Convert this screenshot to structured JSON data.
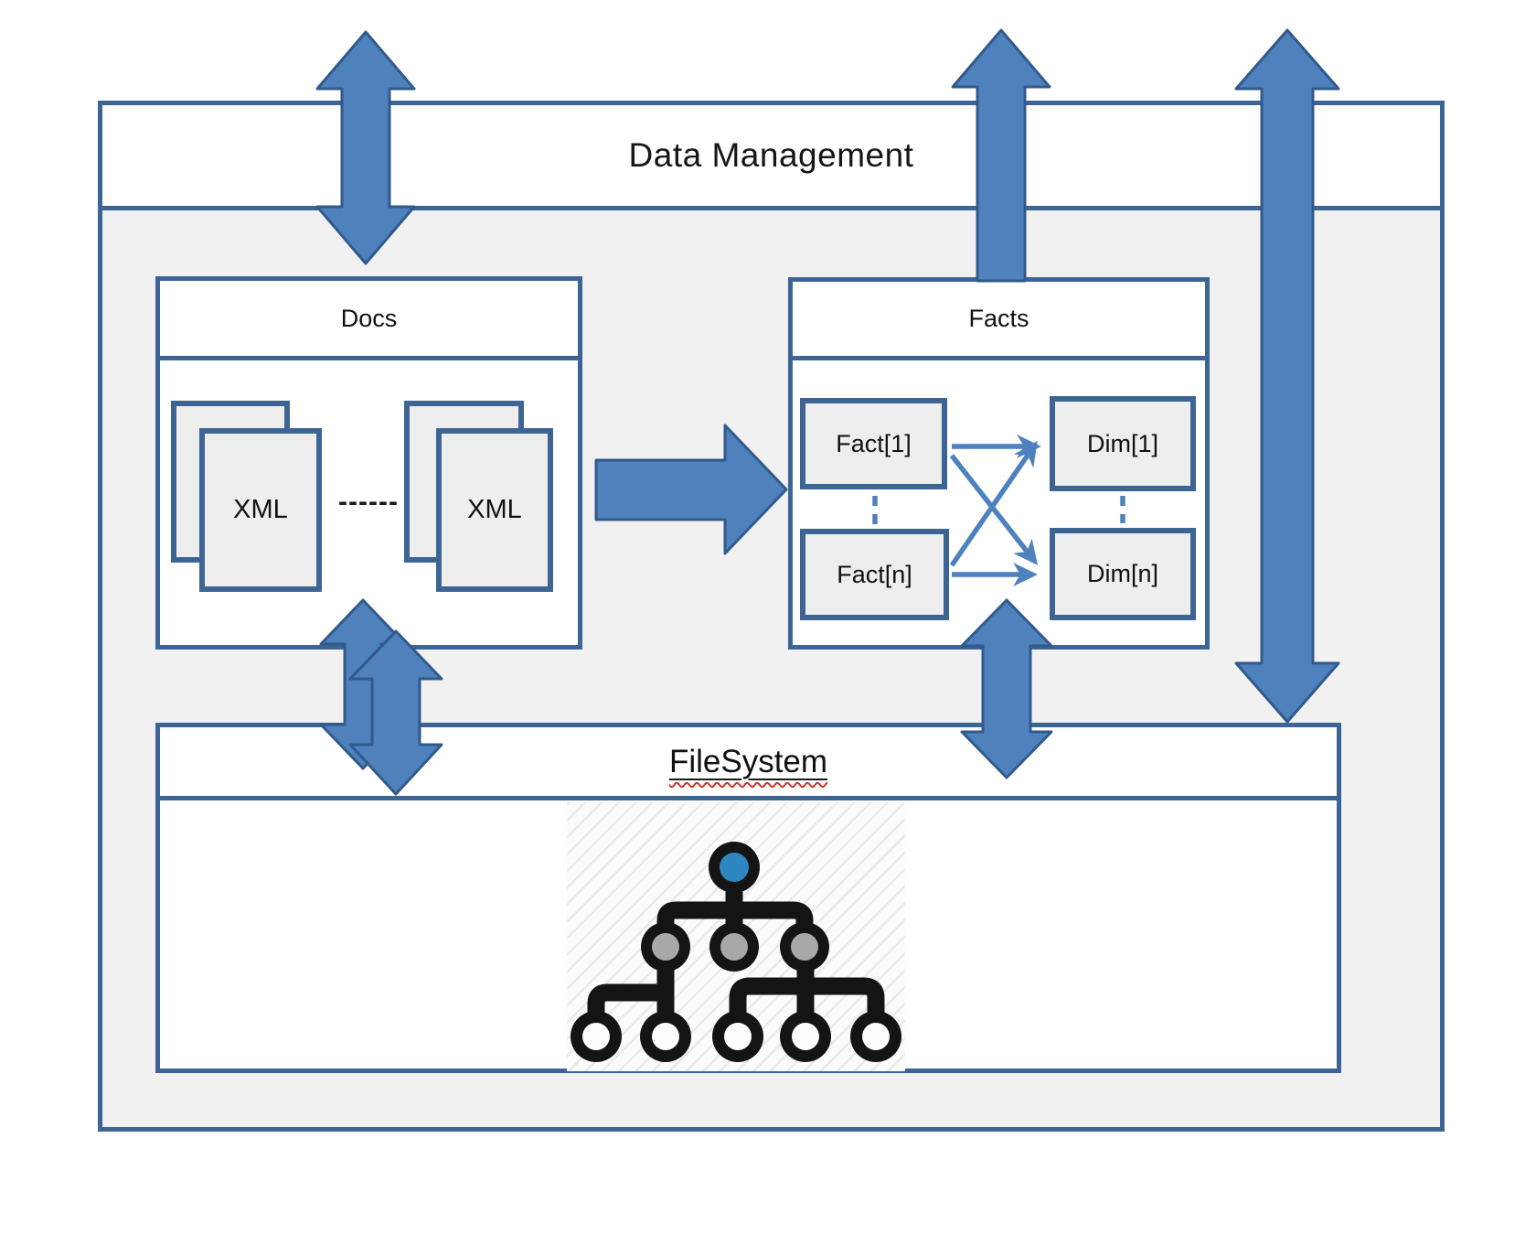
{
  "title": "Data Management",
  "docs": {
    "header": "Docs",
    "separator": "------",
    "cards": [
      {
        "label": "XML"
      },
      {
        "label": "XML"
      }
    ]
  },
  "facts": {
    "header": "Facts",
    "fact_top": "Fact[1]",
    "fact_bottom": "Fact[n]",
    "dim_top": "Dim[1]",
    "dim_bottom": "Dim[n]"
  },
  "filesystem": {
    "header": "FileSystem"
  },
  "icons": {
    "tree": "tree-hierarchy-icon",
    "vertical_arrows": "up-down-arrow-icon",
    "docs_to_facts": "right-arrow-icon"
  },
  "colors": {
    "accent_blue_fill": "#4f81bd",
    "arrow_border": "#31598c",
    "box_border": "#3c6595",
    "connector_blue": "#4d82bf",
    "container_fill": "#f1f1f1",
    "card_fill": "#eeeeee",
    "tree_black": "#141414",
    "tree_root_dot": "#2e86c1",
    "tree_mid_dot": "#a8a8a8",
    "spellcheck_red": "#c9372c"
  }
}
